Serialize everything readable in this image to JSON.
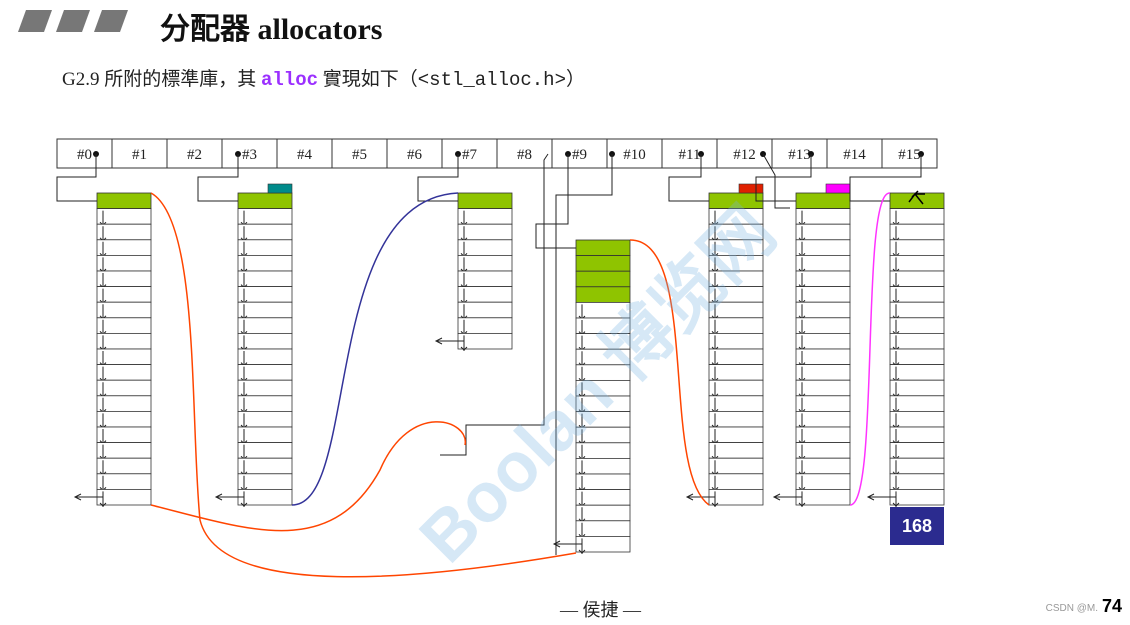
{
  "header": {
    "title": "分配器 allocators",
    "subtitle_prefix": "G2.9 所附的標準庫，其 ",
    "subtitle_keyword": "alloc",
    "subtitle_suffix": " 實現如下（",
    "subtitle_code": "<stl_alloc.h>",
    "subtitle_end": "）"
  },
  "diagram": {
    "index_labels": [
      "#0",
      "#1",
      "#2",
      "#3",
      "#4",
      "#5",
      "#6",
      "#7",
      "#8",
      "#9",
      "#10",
      "#11",
      "#12",
      "#13",
      "#14",
      "#15"
    ],
    "free_lists": [
      {
        "index": 0,
        "blocks": 20,
        "green": 1
      },
      {
        "index": 3,
        "blocks": 20,
        "green": 1,
        "marker": "#008b8b"
      },
      {
        "index": 7,
        "blocks": 10,
        "green": 1
      },
      {
        "index": 9,
        "blocks": 20,
        "green": 4
      },
      {
        "index": 11,
        "blocks": 20,
        "green": 1,
        "marker": "#e02000"
      },
      {
        "index": 13,
        "blocks": 20,
        "green": 1,
        "marker": "#ff00ff"
      },
      {
        "index": 15,
        "blocks": 20,
        "green": 1
      }
    ],
    "colors": {
      "used": "#8fc400",
      "link_red": "#ff4500",
      "link_blue": "#333399",
      "link_magenta": "#ff33ff",
      "badge": "#2b2b8f"
    },
    "badge_value": "168"
  },
  "watermark": "Boolan 博览网",
  "footer": {
    "author": "— 侯捷 —",
    "page": "74",
    "credit": "CSDN @M."
  }
}
